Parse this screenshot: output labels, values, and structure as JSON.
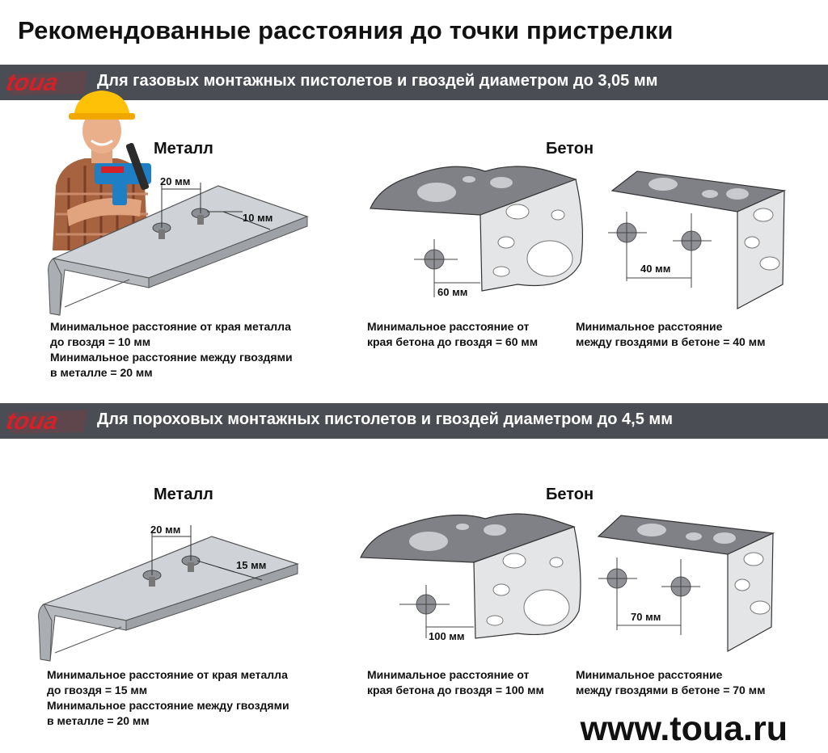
{
  "header": {
    "title": "Рекомендованные расстояния до точки пристрелки"
  },
  "brand": {
    "logo_text": "toua",
    "url": "www.toua.ru",
    "logo_color": "#d62027",
    "band_color": "#4b4d54"
  },
  "sections": [
    {
      "band_text": "Для газовых монтажных пистолетов и гвоздей диаметром до 3,05 мм",
      "metal": {
        "heading": "Металл",
        "dim_between": "20 мм",
        "dim_edge": "10 мм",
        "caption": [
          "Минимальное расстояние от края металла",
          "до гвоздя = 10 мм",
          "Минимальное расстояние между гвоздями",
          "в металле = 20 мм"
        ]
      },
      "concrete": {
        "heading": "Бетон",
        "dim_edge": "60 мм",
        "dim_between": "40 мм",
        "caption_edge": [
          "Минимальное расстояние от",
          "края бетона до гвоздя = 60 мм"
        ],
        "caption_between": [
          "Минимальное расстояние",
          "между гвоздями в бетоне = 40 мм"
        ]
      }
    },
    {
      "band_text": "Для пороховых монтажных пистолетов и гвоздей диаметром до 4,5 мм",
      "metal": {
        "heading": "Металл",
        "dim_between": "20 мм",
        "dim_edge": "15 мм",
        "caption": [
          "Минимальное расстояние от края металла",
          "до гвоздя = 15 мм",
          "Минимальное расстояние между гвоздями",
          "в металле = 20 мм"
        ]
      },
      "concrete": {
        "heading": "Бетон",
        "dim_edge": "100 мм",
        "dim_between": "70 мм",
        "caption_edge": [
          "Минимальное расстояние от",
          "края бетона до гвоздя = 100 мм"
        ],
        "caption_between": [
          "Минимальное расстояние",
          "между гвоздями в бетоне = 70 мм"
        ]
      }
    }
  ]
}
